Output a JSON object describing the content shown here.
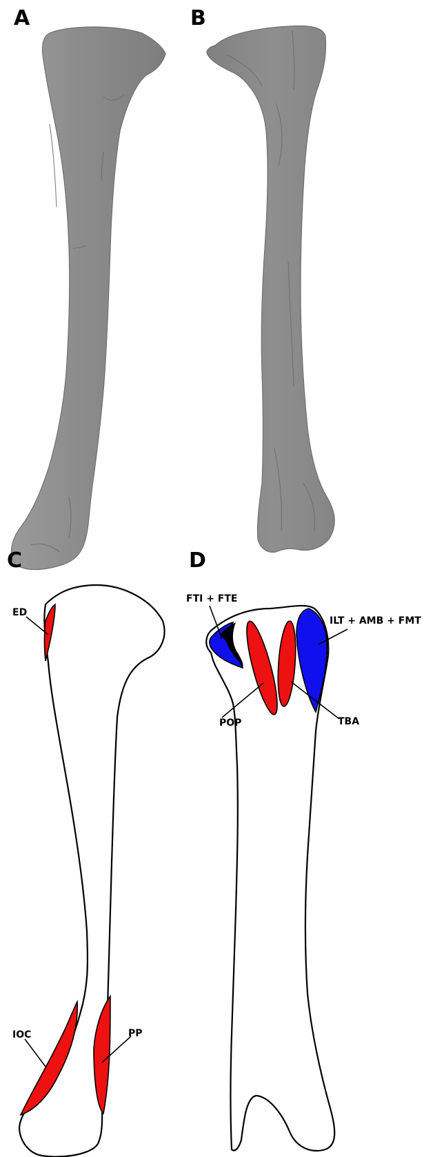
{
  "panels": {
    "a": {
      "letter": "A"
    },
    "b": {
      "letter": "B"
    },
    "c": {
      "letter": "C"
    },
    "d": {
      "letter": "D"
    }
  },
  "labels": {
    "ed": "ED",
    "ioc": "IOC",
    "pp": "PP",
    "fti_fte": "FTI + FTE",
    "ilt_amb_fmt": "ILT  + AMB + FMT",
    "pop": "POP",
    "tba": "TBA"
  },
  "colors": {
    "attachment_red": "#ee1111",
    "attachment_blue": "#1010ee",
    "bone_gray": "#8f8f8f"
  }
}
